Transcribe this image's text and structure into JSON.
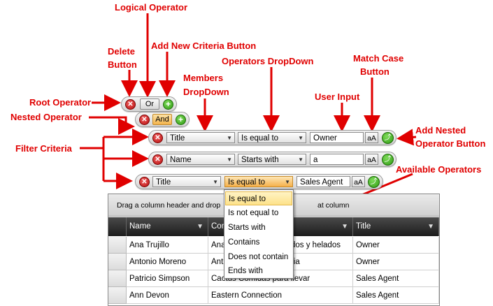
{
  "annotations": {
    "logical_operator": "Logical Operator",
    "delete_button": [
      "Delete",
      "Button"
    ],
    "add_new_criteria": "Add New Criteria Button",
    "operators_dropdown": "Operators DropDown",
    "match_case": [
      "Match Case",
      "Button"
    ],
    "members_dropdown": [
      "Members",
      "DropDown"
    ],
    "user_input": "User Input",
    "root_operator": "Root Operator",
    "nested_operator": "Nested Operator",
    "add_nested": [
      "Add Nested",
      "Operator Button"
    ],
    "filter_criteria": "Filter Criteria",
    "available_operators": "Available Operators"
  },
  "root": {
    "operator": "Or"
  },
  "nested": {
    "operator": "And"
  },
  "filters": [
    {
      "member": "Title",
      "op": "Is equal to",
      "value": "Owner",
      "case": "aA"
    },
    {
      "member": "Name",
      "op": "Starts with",
      "value": "a",
      "case": "aA"
    },
    {
      "member": "Title",
      "op": "Is equal to",
      "value": "Sales Agent",
      "case": "aA"
    }
  ],
  "grid": {
    "group_panel": "Drag a column header and drop it here to group by that column",
    "group_panel_visible_left": "Drag a column header and drop",
    "group_panel_visible_right": "at column",
    "columns": [
      "Name",
      "Company",
      "Title"
    ],
    "col2_visible": "Con",
    "rows": [
      {
        "name": "Ana Trujillo",
        "company": "Ana",
        "company_right": "dos y helados",
        "title": "Owner"
      },
      {
        "name": "Antonio Moreno",
        "company": "Ant",
        "company_right": "ria",
        "title": "Owner"
      },
      {
        "name": "Patricio Simpson",
        "company": "Cactus Comidas para llevar",
        "company_right": "",
        "title": "Sales Agent"
      },
      {
        "name": "Ann Devon",
        "company": "Eastern Connection",
        "company_right": "",
        "title": "Sales Agent"
      }
    ]
  },
  "operators_list": [
    "Is equal to",
    "Is not equal to",
    "Starts with",
    "Contains",
    "Does not contain",
    "Ends with"
  ],
  "colors": {
    "annotation": "#e00000",
    "selected_option": "#fde28a"
  }
}
